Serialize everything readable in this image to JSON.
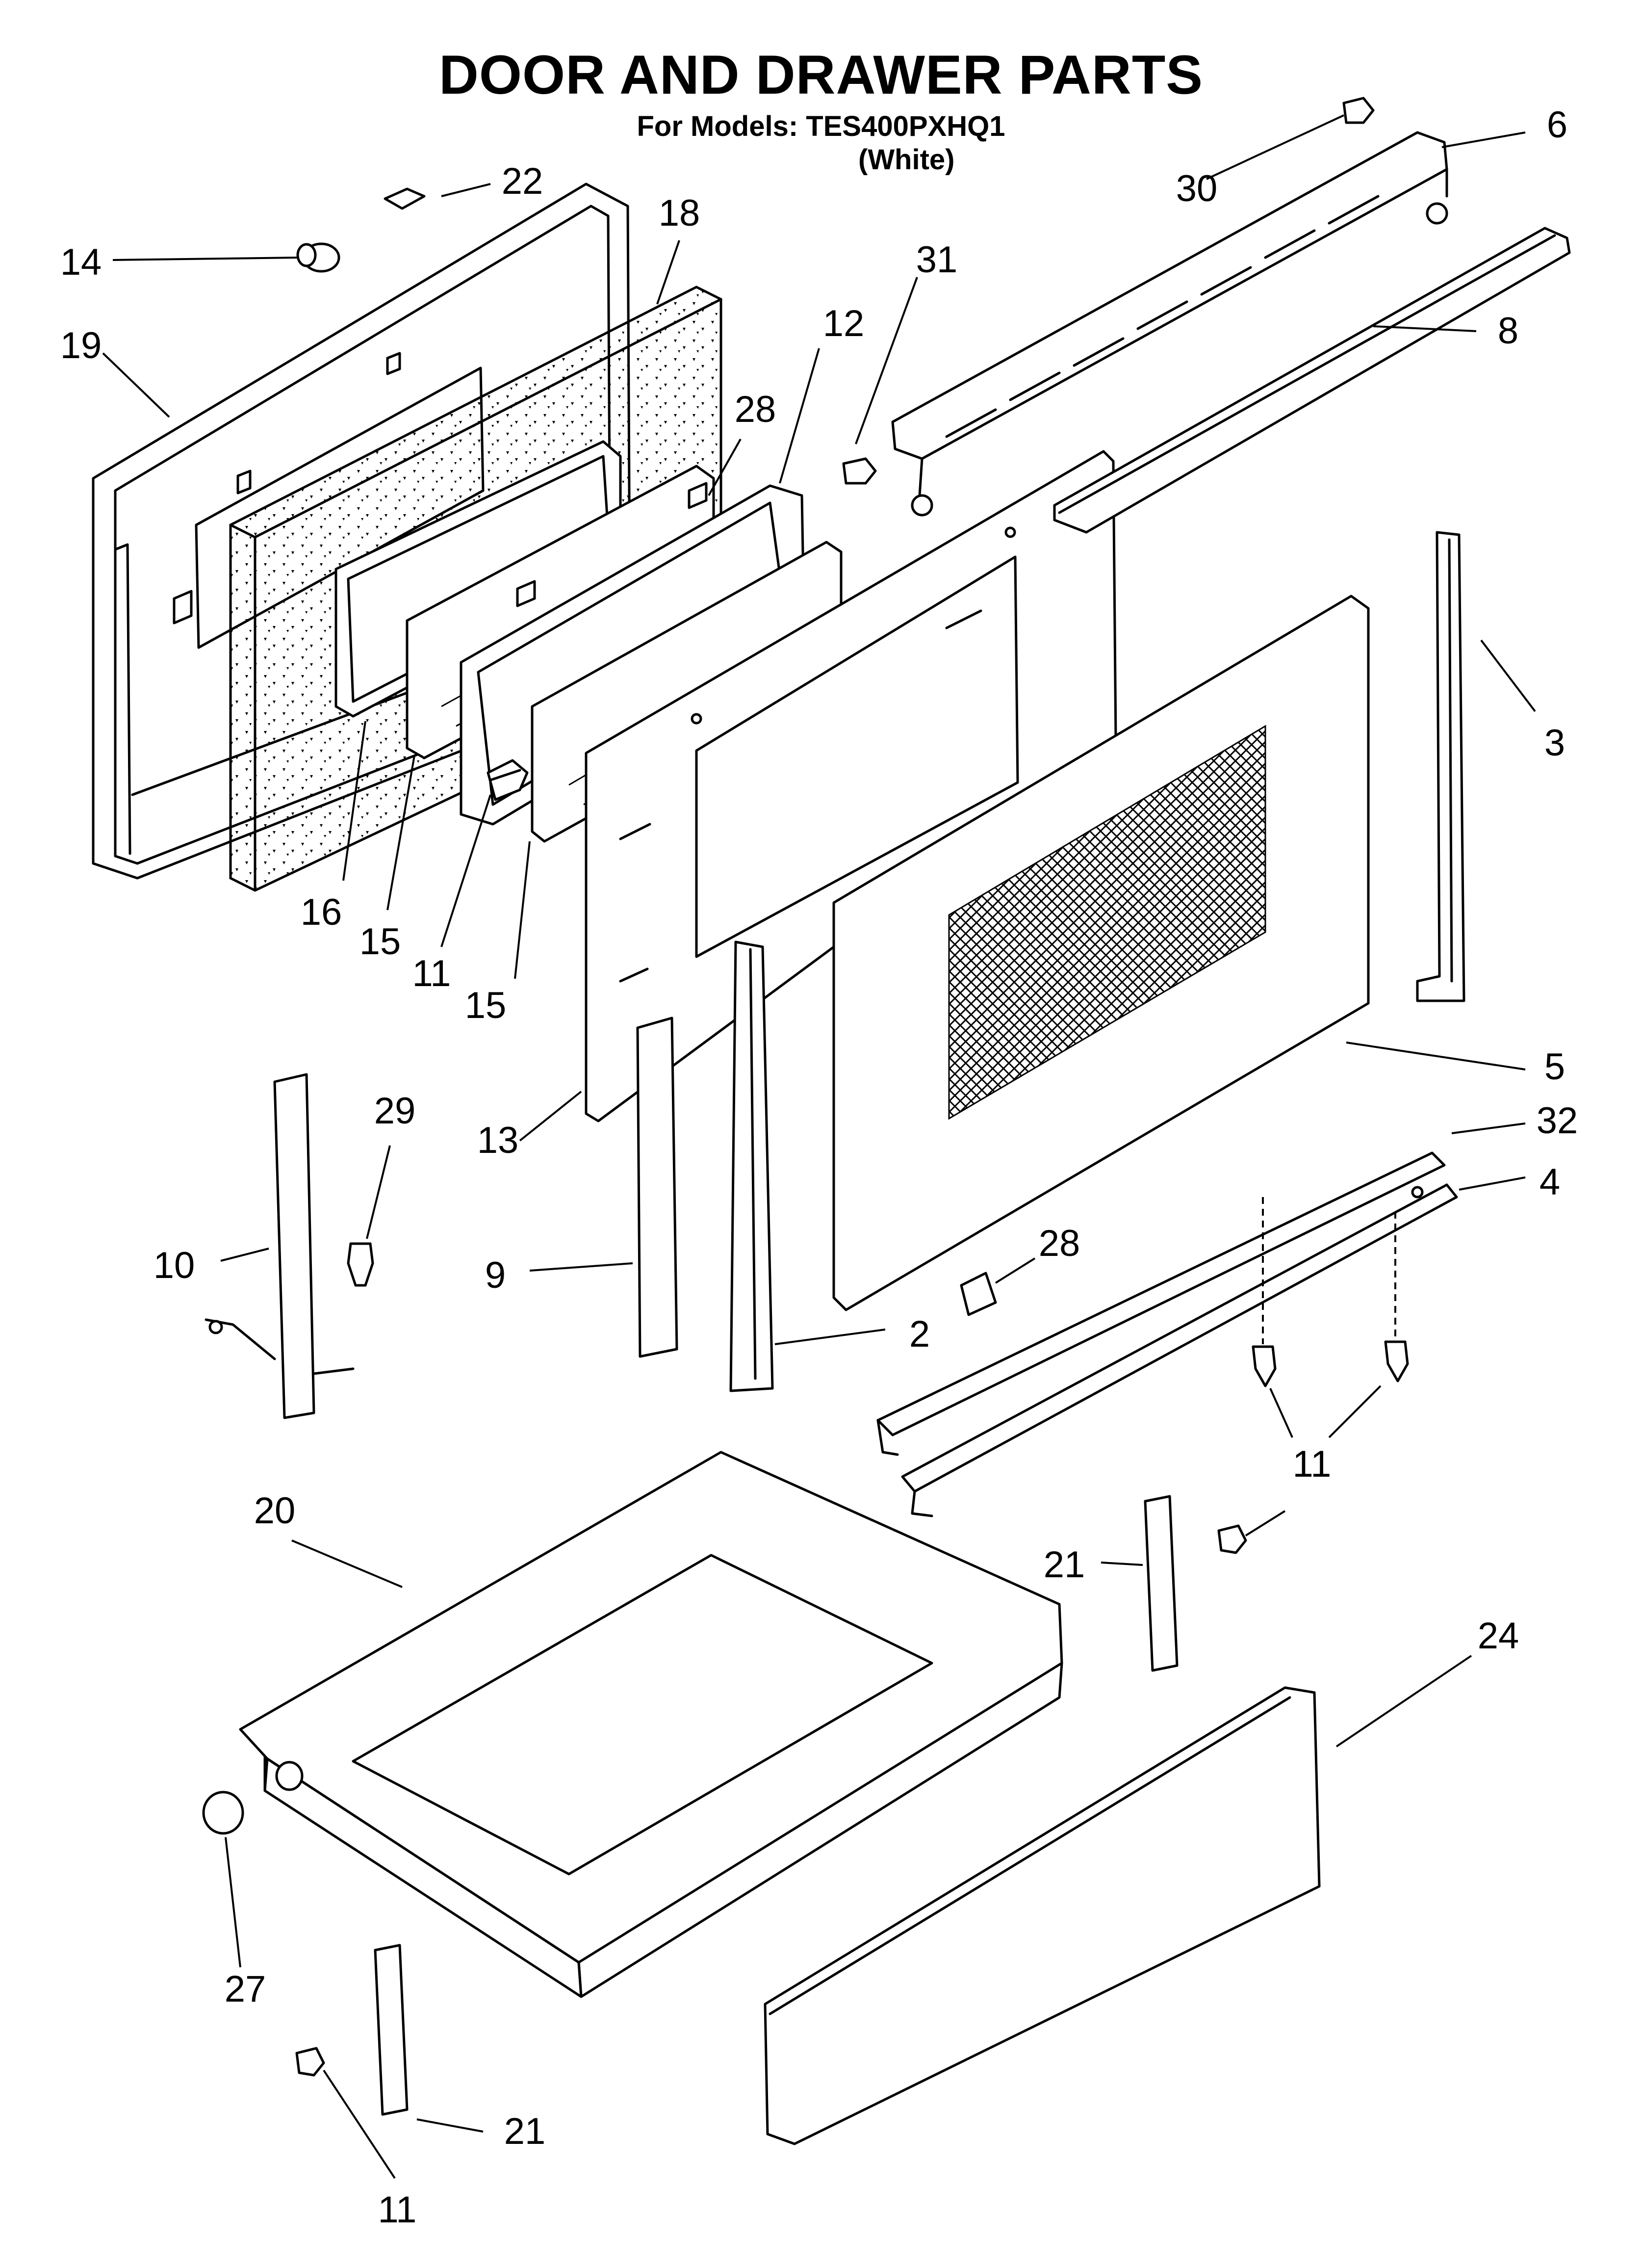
{
  "header": {
    "title": "DOOR AND DRAWER PARTS",
    "models": "For Models: TES400PXHQ1",
    "color_variant": "(White)"
  },
  "callouts": [
    {
      "id": "1",
      "label": "6"
    },
    {
      "id": "2",
      "label": "30"
    },
    {
      "id": "3",
      "label": "22"
    },
    {
      "id": "4",
      "label": "18"
    },
    {
      "id": "5",
      "label": "14"
    },
    {
      "id": "6",
      "label": "19"
    },
    {
      "id": "7",
      "label": "31"
    },
    {
      "id": "8",
      "label": "12"
    },
    {
      "id": "9",
      "label": "8"
    },
    {
      "id": "10",
      "label": "28"
    },
    {
      "id": "11",
      "label": "3"
    },
    {
      "id": "12",
      "label": "16"
    },
    {
      "id": "13",
      "label": "15"
    },
    {
      "id": "14",
      "label": "11"
    },
    {
      "id": "15",
      "label": "15"
    },
    {
      "id": "16",
      "label": "5"
    },
    {
      "id": "17",
      "label": "29"
    },
    {
      "id": "18",
      "label": "13"
    },
    {
      "id": "19",
      "label": "32"
    },
    {
      "id": "20",
      "label": "4"
    },
    {
      "id": "21",
      "label": "10"
    },
    {
      "id": "22",
      "label": "9"
    },
    {
      "id": "23",
      "label": "28"
    },
    {
      "id": "24",
      "label": "2"
    },
    {
      "id": "25",
      "label": "11"
    },
    {
      "id": "26",
      "label": "20"
    },
    {
      "id": "27",
      "label": "21"
    },
    {
      "id": "28",
      "label": "24"
    },
    {
      "id": "29",
      "label": "27"
    },
    {
      "id": "30",
      "label": "21"
    },
    {
      "id": "31",
      "label": "11"
    }
  ]
}
